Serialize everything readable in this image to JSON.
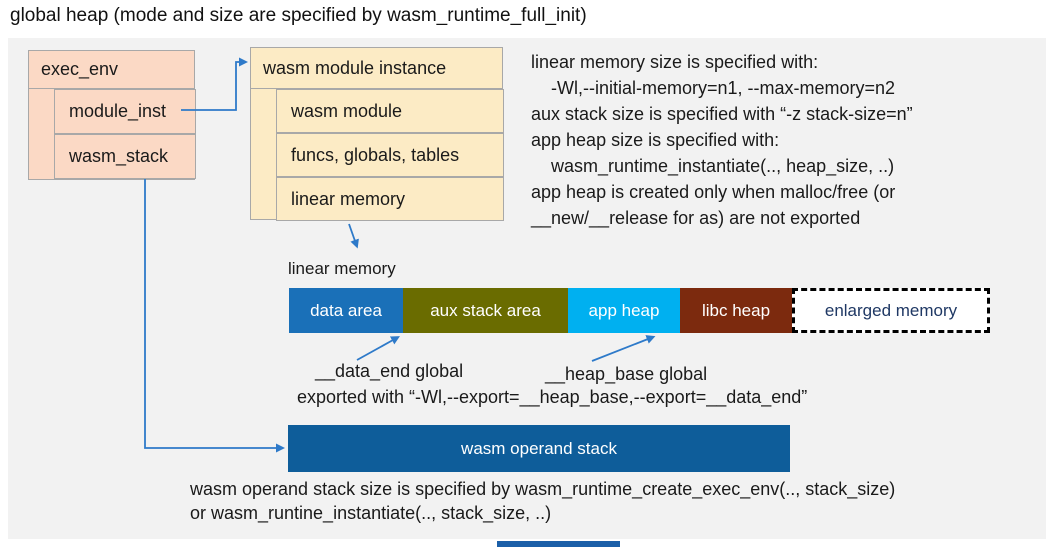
{
  "title": "global heap (mode and size are specified by wasm_runtime_full_init)",
  "exec_env": {
    "header": "exec_env",
    "rows": [
      {
        "label": "module_inst"
      },
      {
        "label": "wasm_stack"
      }
    ]
  },
  "module_instance": {
    "header": "wasm module instance",
    "rows": [
      {
        "label": "wasm module"
      },
      {
        "label": "funcs, globals, tables"
      },
      {
        "label": "linear memory"
      }
    ]
  },
  "notes": {
    "lines": [
      "linear memory size is specified with:",
      "-Wl,--initial-memory=n1, --max-memory=n2",
      "aux stack size is specified with “-z stack-size=n”",
      "app heap size is specified with:",
      "wasm_runtime_instantiate(.., heap_size, ..)",
      "app heap is created only when malloc/free (or",
      "__new/__release for as) are not exported"
    ]
  },
  "linear_memory": {
    "label": "linear memory",
    "segments": [
      {
        "label": "data area",
        "color": "#1a70b8"
      },
      {
        "label": "aux stack area",
        "color": "#6a6c00"
      },
      {
        "label": "app heap",
        "color": "#00b0f0"
      },
      {
        "label": "libc heap",
        "color": "#7c2a0e"
      },
      {
        "label": "enlarged memory",
        "color": "#ffffff"
      }
    ]
  },
  "annotations": {
    "data_end": "__data_end global",
    "heap_base": "__heap_base global",
    "exported": "exported with “-Wl,--export=__heap_base,--export=__data_end”"
  },
  "operand_stack": {
    "label": "wasm operand stack",
    "caption_line1": "wasm operand stack size is specified by wasm_runtime_create_exec_env(.., stack_size)",
    "caption_line2": "or wasm_runtine_instantiate(.., stack_size, ..)"
  },
  "colors": {
    "arrow": "#2e7ac9",
    "exec_env_fill": "#fbd9c5",
    "module_instance_fill": "#fcebc5",
    "box_border": "#a8a8a8",
    "panel_bg": "#f2f2f2",
    "data_area": "#1a70b8",
    "aux_stack_area": "#6a6c00",
    "app_heap": "#00b0f0",
    "libc_heap": "#7c2a0e",
    "operand_stack": "#0e5d9a",
    "enlarged_text": "#1f3864",
    "footer_bar": "#1b5fa8"
  }
}
